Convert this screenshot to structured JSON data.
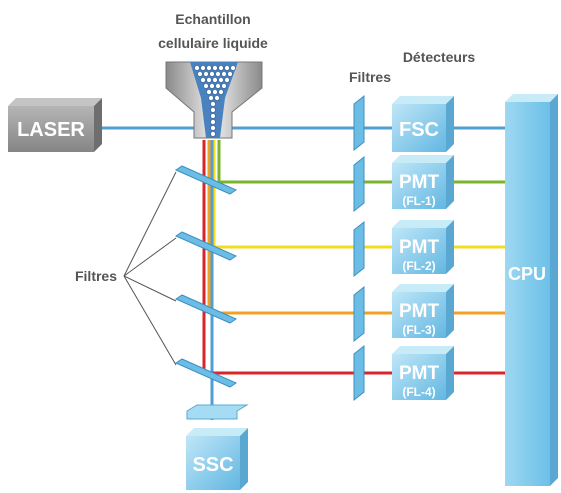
{
  "sample": {
    "line1": "Echantillon",
    "line2": "cellulaire liquide"
  },
  "headers": {
    "filters": "Filtres",
    "detectors": "Détecteurs"
  },
  "laser": "LASER",
  "fsc": "FSC",
  "ssc": "SSC",
  "cpu": "CPU",
  "left_filters_label": "Filtres",
  "pmts": [
    {
      "name": "PMT",
      "channel": "(FL-1)"
    },
    {
      "name": "PMT",
      "channel": "(FL-2)"
    },
    {
      "name": "PMT",
      "channel": "(FL-3)"
    },
    {
      "name": "PMT",
      "channel": "(FL-4)"
    }
  ],
  "colors": {
    "laser_beam": "#4f9fd4",
    "fl1_green": "#7ab32e",
    "fl2_yellow": "#f5dc1e",
    "fl3_orange": "#f0a025",
    "fl4_red": "#d8252a",
    "box_face": "#8fd0ee",
    "box_top": "#c8ebf8",
    "box_side": "#5aa8d2",
    "laser_box": "#9a9a9a",
    "text_dark": "#555555"
  }
}
